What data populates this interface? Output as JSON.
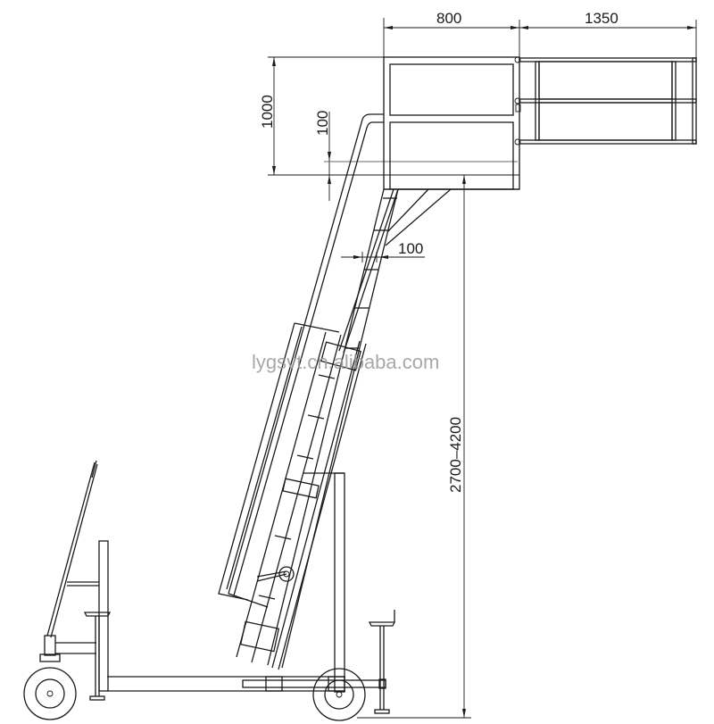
{
  "drawing": {
    "subject": "mobile maintenance platform with inclined ladder",
    "dimensions": {
      "platform_width": "800",
      "extension_width": "1350",
      "guardrail_height": "1000",
      "toe_board": "100",
      "ladder_rail": "100",
      "platform_height_range": "2700–4200"
    },
    "watermark": "lygsvt.cn.alibaba.com",
    "colors": {
      "line": "#1a1a1a",
      "background": "#ffffff",
      "watermark": "#9a9a9a"
    }
  }
}
